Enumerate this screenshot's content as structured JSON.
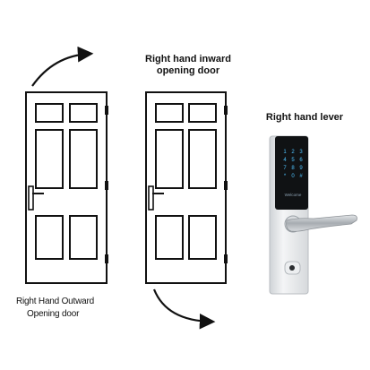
{
  "labels": {
    "inward_line1": "Right hand inward",
    "inward_line2": "opening door",
    "lever": "Right hand lever",
    "outward_line1": "Right Hand Outward",
    "outward_line2": "Opening door"
  },
  "lock": {
    "keypad_keys": [
      "1",
      "2",
      "3",
      "4",
      "5",
      "6",
      "7",
      "8",
      "9",
      "*",
      "0",
      "#"
    ],
    "brand_text": "Welcome"
  },
  "colors": {
    "line": "#111111",
    "lock_body": "#e9ecef",
    "keypad_face": "#101214",
    "keypad_glow": "#4fc3ff",
    "lever": "#b8bcc0"
  }
}
